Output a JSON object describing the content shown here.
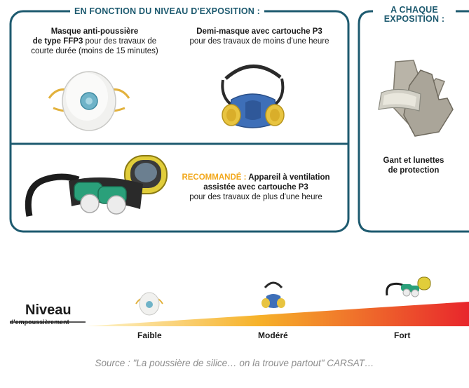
{
  "left_panel": {
    "heading": "EN FONCTION DU NIVEAU D'EXPOSITION :",
    "ffp3": {
      "line1": "Masque anti-poussière",
      "line2_bold": "de type FFP3",
      "line2_rest": " pour des travaux de",
      "line3": "courte durée (moins de 15 minutes)"
    },
    "half_mask": {
      "line1": "Demi-masque avec cartouche P3",
      "line2": "pour des travaux de moins d'une heure"
    },
    "ventilated": {
      "rec": "RECOMMANDÉ : ",
      "line1_rest": "Appareil à ventilation",
      "line2": "assistée avec cartouche P3",
      "line3": "pour des travaux de plus d'une heure"
    }
  },
  "right_panel": {
    "heading_line1": "A CHAQUE",
    "heading_line2": "EXPOSITION :",
    "caption_line1": "Gant et lunettes",
    "caption_line2": "de protection"
  },
  "scale": {
    "title": "Niveau",
    "subtitle": "d'empoussièrement",
    "levels": [
      "Faible",
      "Modéré",
      "Fort"
    ]
  },
  "source": "Source : \"La poussière de silice… on la trouve partout\" CARSAT…",
  "colors": {
    "frame": "#1d5a6f",
    "accent": "#f2a81d",
    "gradient_start": "#fde9a0",
    "gradient_mid": "#f5b02a",
    "gradient_end": "#e8262c"
  }
}
